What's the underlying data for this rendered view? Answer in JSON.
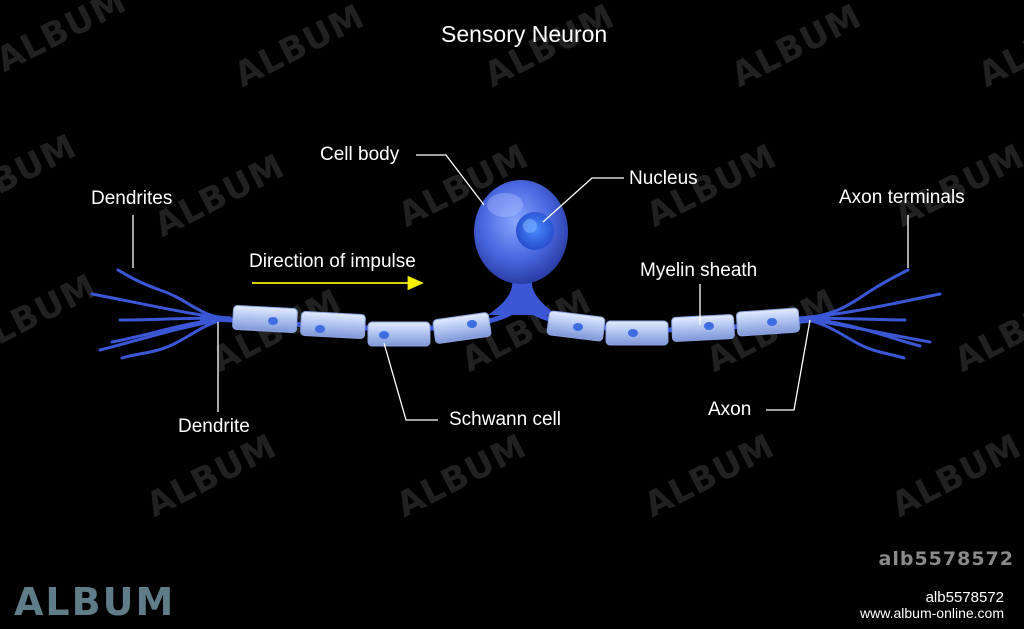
{
  "diagram": {
    "title": "Sensory Neuron",
    "labels": {
      "cell_body": "Cell body",
      "nucleus": "Nucleus",
      "dendrites": "Dendrites",
      "axon_terminals": "Axon terminals",
      "direction": "Direction of impulse",
      "myelin_sheath": "Myelin sheath",
      "dendrite": "Dendrite",
      "schwann_cell": "Schwann cell",
      "axon": "Axon"
    }
  },
  "colors": {
    "background": "#000000",
    "neuron_blue": "#3b57d6",
    "sheath_fill": "#b8c9f2",
    "arrow": "#f5f000",
    "leader": "#ffffff"
  },
  "branding": {
    "watermark": "ALBUM",
    "logo": "ALBUM",
    "image_id_large": "alb5578572",
    "image_id": "alb5578572",
    "url": "www.album-online.com"
  }
}
